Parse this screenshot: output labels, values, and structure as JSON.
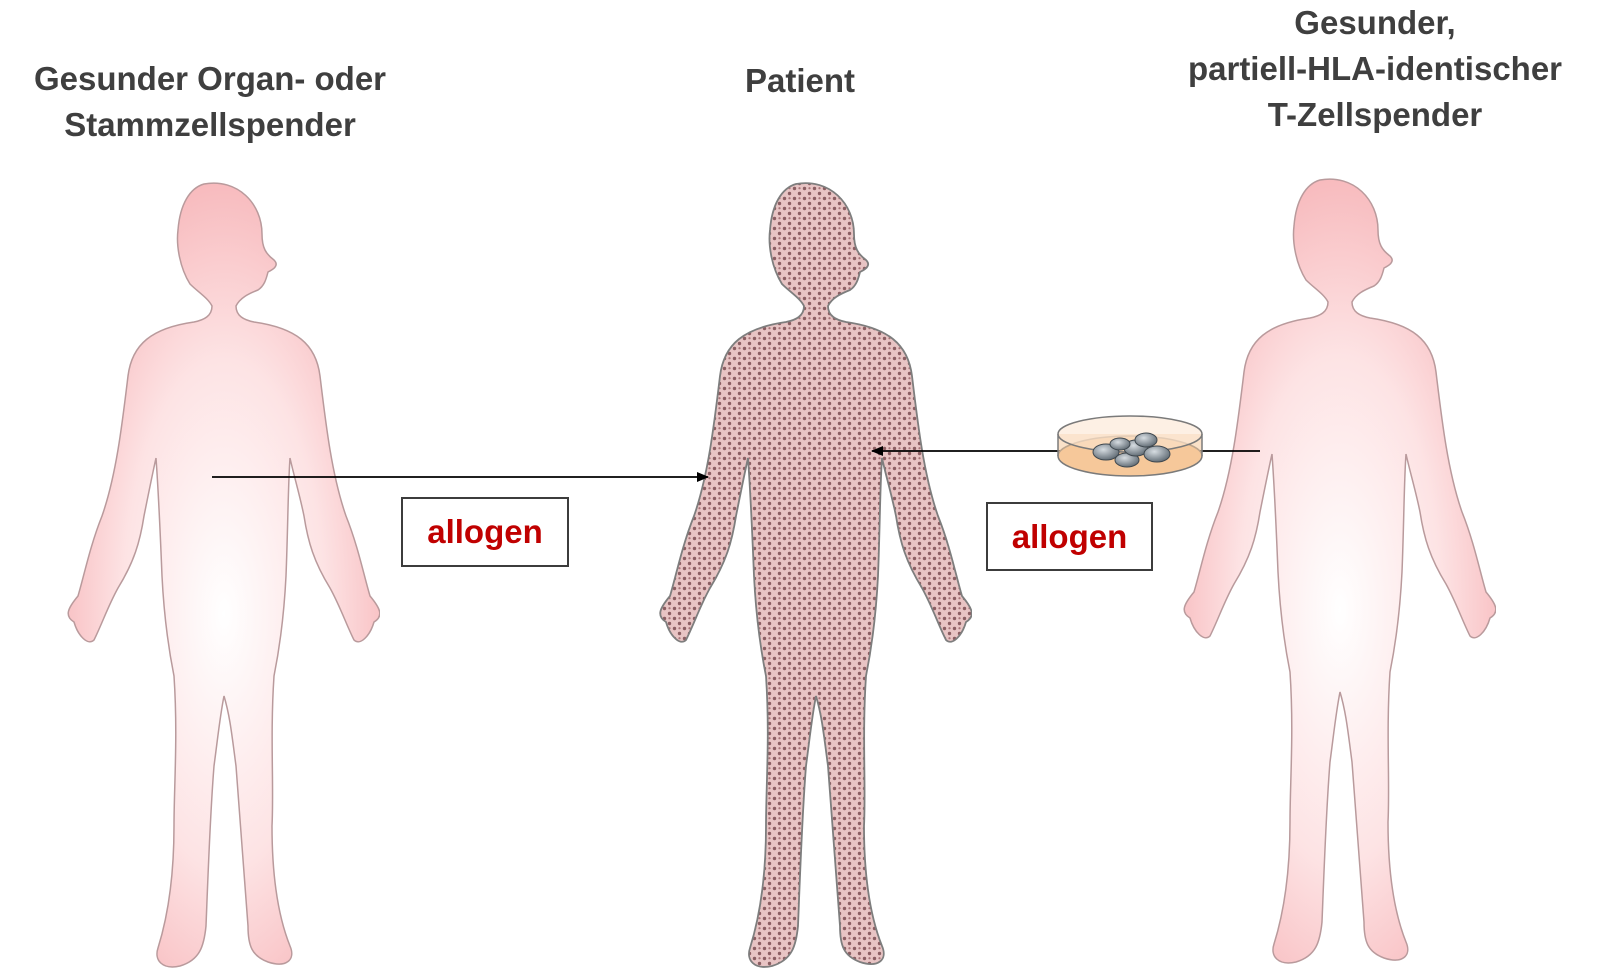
{
  "headings": {
    "left": [
      "Gesunder Organ- oder",
      "Stammzellspender"
    ],
    "middle": [
      "Patient"
    ],
    "right": [
      "Gesunder,",
      "partiell-HLA-identischer",
      "T-Zellspender"
    ]
  },
  "labels": {
    "left_transfer": "allogen",
    "right_transfer": "allogen"
  },
  "colors": {
    "heading_text": "#3f3f3f",
    "label_text": "#c00000",
    "donor_body": "#f7c6c8",
    "patient_body": "#e7c2c2",
    "patient_dots": "#8b5e62",
    "dish_medium": "#f6c89a"
  }
}
